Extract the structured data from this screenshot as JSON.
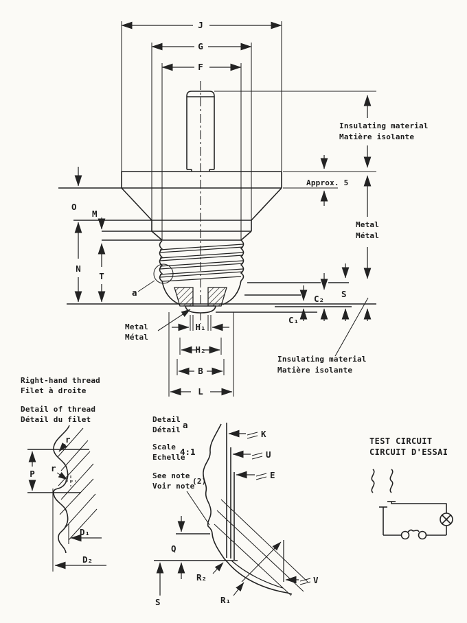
{
  "drawing": {
    "dims": {
      "J": "J",
      "G": "G",
      "F": "F",
      "O": "O",
      "M": "M",
      "N": "N",
      "T": "T",
      "S": "S",
      "a": "a",
      "C1": "C₁",
      "C2": "C₂",
      "H1": "H₁",
      "H2": "H₂",
      "B": "B",
      "L": "L",
      "approx5": "Approx. 5"
    },
    "notes": {
      "insulating_top_en": "Insulating material",
      "insulating_top_fr": "Matière isolante",
      "metal_right_en": "Metal",
      "metal_right_fr": "Métal",
      "metal_left_en": "Metal",
      "metal_left_fr": "Métal",
      "insulating_bottom_en": "Insulating material",
      "insulating_bottom_fr": "Matière isolante"
    }
  },
  "thread_detail": {
    "title_en": "Right-hand thread",
    "title_fr": "Filet à droite",
    "subtitle_en": "Detail of thread",
    "subtitle_fr": "Détail du filet",
    "dims": {
      "P": "P",
      "r_top": "r",
      "r_mid": "r",
      "D1": "D₁",
      "D2": "D₂"
    }
  },
  "detail_a": {
    "label_en": "Detail",
    "label_fr": "Détail",
    "ref": "a",
    "scale_en": "Scale",
    "scale_fr": "Echelle",
    "scale_value": "4:1",
    "note_en": "See note",
    "note_fr": "Voir note",
    "note_ref": "(2)",
    "dims": {
      "K": "K",
      "U": "U",
      "E": "E",
      "Q": "Q",
      "S": "S",
      "V": "V",
      "R1": "R₁",
      "R2": "R₂"
    }
  },
  "test_circuit": {
    "title_en": "TEST CIRCUIT",
    "title_fr": "CIRCUIT D'ESSAI"
  }
}
